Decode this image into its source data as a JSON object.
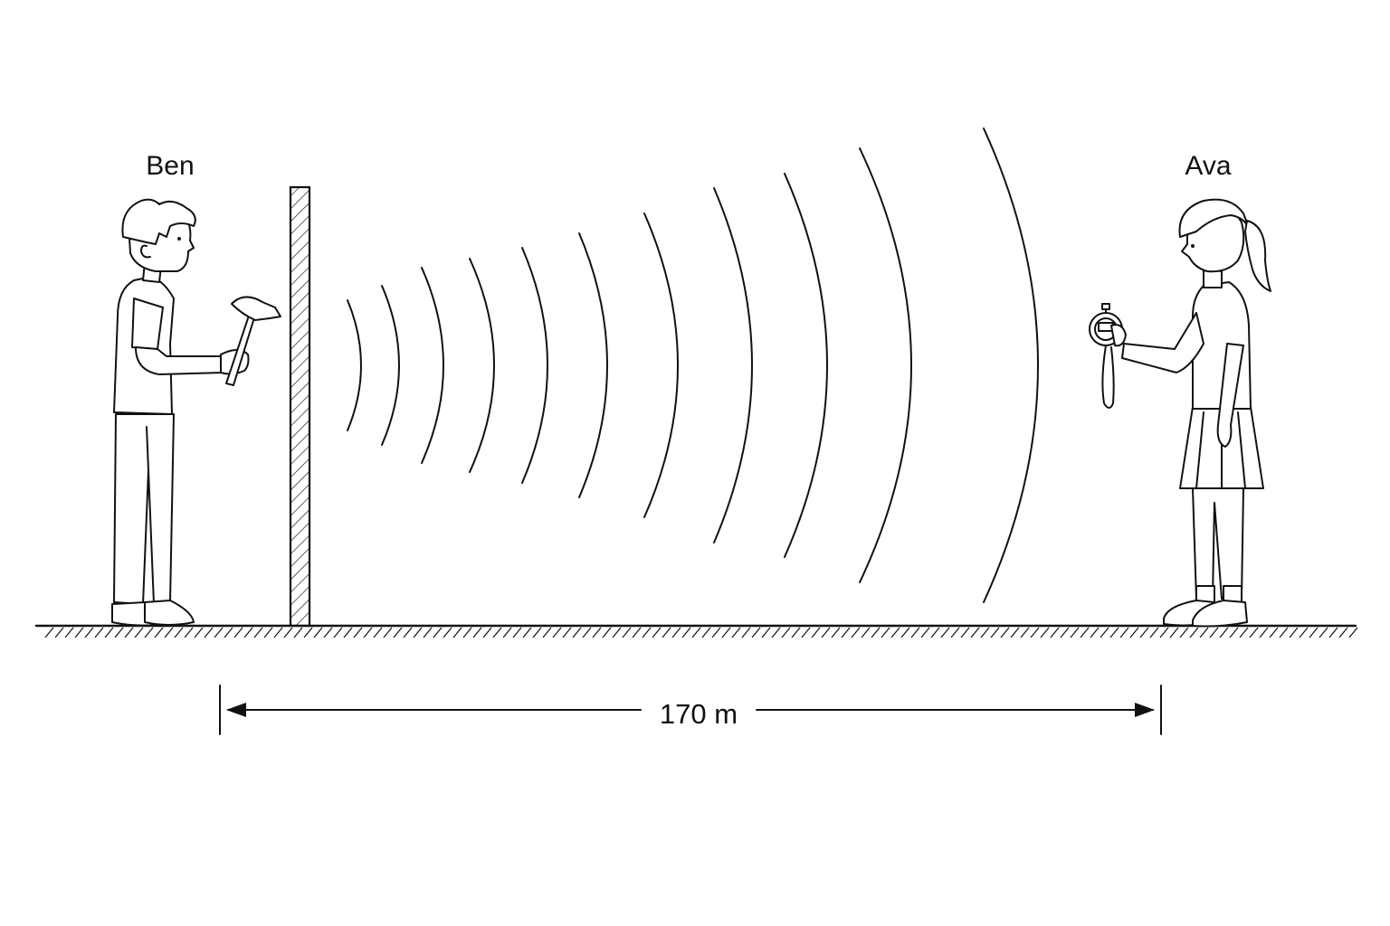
{
  "people": {
    "left_name": "Ben",
    "right_name": "Ava"
  },
  "distance": {
    "label": "170 m"
  },
  "colors": {
    "ink": "#111111",
    "background": "#ffffff"
  }
}
